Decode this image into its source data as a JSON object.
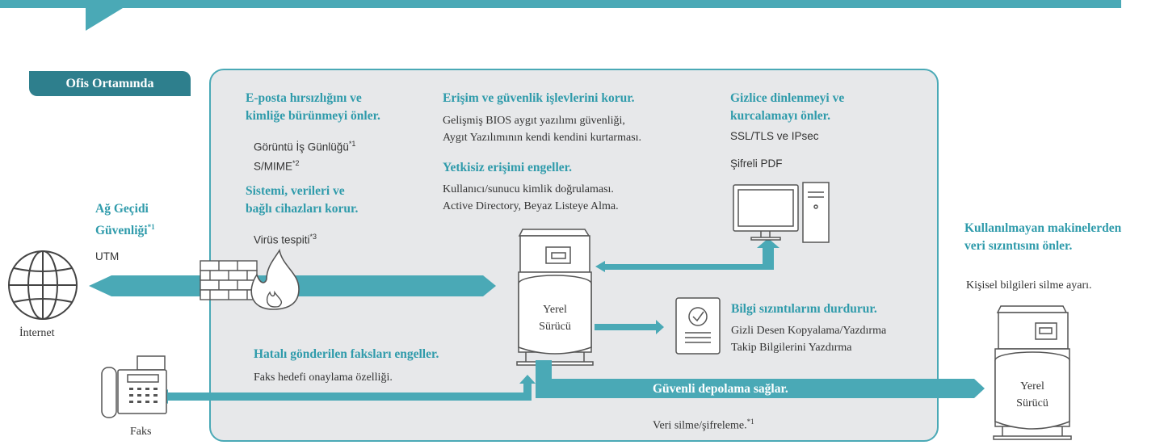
{
  "office_label": "Ofis Ortamında",
  "gateway": {
    "title_line1": "Ağ Geçidi",
    "title_line2": "Güvenliği",
    "title_sup": "*1",
    "utm": "UTM",
    "internet": "İnternet"
  },
  "fax": {
    "label": "Faks"
  },
  "email": {
    "title_line1": "E-posta hırsızlığını ve",
    "title_line2": "kimliğe bürünmeyi önler.",
    "item1": "Görüntü İş Günlüğü",
    "item1_sup": "*1",
    "item2": "S/MIME",
    "item2_sup": "*2"
  },
  "system": {
    "title_line1": "Sistemi, verileri ve",
    "title_line2": "bağlı cihazları korur.",
    "item1": "Virüs tespiti",
    "item1_sup": "*3"
  },
  "access": {
    "title": "Erişim ve güvenlik işlevlerini korur.",
    "line1": "Gelişmiş BIOS aygıt yazılımı güvenliği,",
    "line2": "Aygıt Yazılımının kendi kendini kurtarması."
  },
  "unauthorized": {
    "title": "Yetkisiz erişimi engeller.",
    "line1": "Kullanıcı/sunucu kimlik doğrulaması.",
    "line2": "Active Directory, Beyaz Listeye Alma."
  },
  "eavesdrop": {
    "title_line1": "Gizlice dinlenmeyi ve",
    "title_line2": "kurcalamayı önler.",
    "item1": "SSL/TLS ve IPsec",
    "item2": "Şifreli PDF"
  },
  "leak": {
    "title": "Bilgi sızıntılarını durdurur.",
    "line1": "Gizli Desen Kopyalama/Yazdırma",
    "line2": "Takip Bilgilerini Yazdırma"
  },
  "fax_block": {
    "title": "Hatalı gönderilen faksları engeller.",
    "line1": "Faks hedefi onaylama özelliği."
  },
  "storage": {
    "title": "Güvenli depolama sağlar.",
    "line1": "Veri silme/şifreleme.",
    "line1_sup": "*1"
  },
  "disposal": {
    "title_line1": "Kullanılmayan makinelerden",
    "title_line2": "veri sızıntısını önler.",
    "line1": "Kişisel bilgileri silme ayarı."
  },
  "drive": {
    "line1": "Yerel",
    "line2": "Sürücü"
  },
  "colors": {
    "teal": "#4aa9b6",
    "teal_dark": "#2e7f8d",
    "panel": "#e7e8ea",
    "outline": "#444444"
  }
}
